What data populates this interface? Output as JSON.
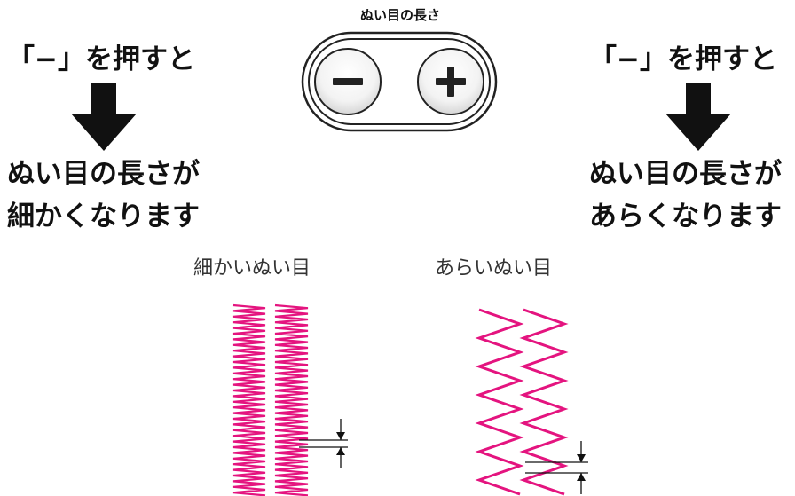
{
  "control": {
    "label": "ぬい目の長さ",
    "minus_symbol": "−",
    "plus_symbol": "+"
  },
  "left": {
    "action": "「−」を押すと",
    "result_line1": "ぬい目の長さが",
    "result_line2": "細かくなります"
  },
  "right": {
    "action": "「−」を押すと",
    "result_line1": "ぬい目の長さが",
    "result_line2": "あらくなります"
  },
  "stitches": {
    "fine_label": "細かいぬい目",
    "coarse_label": "あらいぬい目",
    "color": "#e4147f"
  },
  "icons": {
    "arrow": "down-arrow-icon",
    "dimension": "dimension-marker-icon"
  }
}
